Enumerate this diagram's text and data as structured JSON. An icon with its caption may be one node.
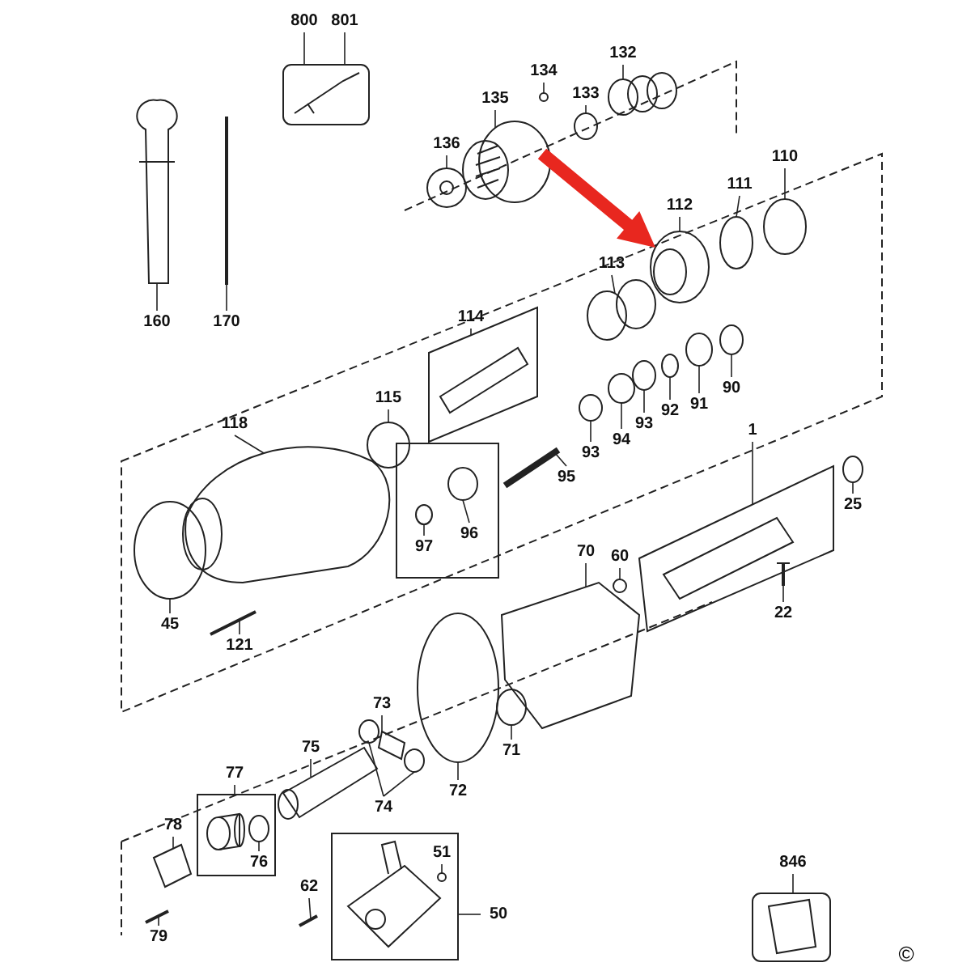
{
  "diagram": {
    "nodes": [
      {
        "text": [
          "800"
        ]
      },
      {
        "text": [
          "801"
        ]
      },
      {
        "text": [
          "132"
        ]
      },
      {
        "text": [
          "134"
        ]
      },
      {
        "text": [
          "133"
        ]
      },
      {
        "text": [
          "135"
        ]
      },
      {
        "text": [
          "136"
        ]
      },
      {
        "text": [
          "160"
        ]
      },
      {
        "text": [
          "170"
        ]
      },
      {
        "text": [
          "110"
        ]
      },
      {
        "text": [
          "111"
        ]
      },
      {
        "text": [
          "112"
        ]
      },
      {
        "text": [
          "113"
        ]
      },
      {
        "text": [
          "114"
        ]
      },
      {
        "text": [
          "115"
        ]
      },
      {
        "text": [
          "90"
        ]
      },
      {
        "text": [
          "91"
        ]
      },
      {
        "text": [
          "92"
        ]
      },
      {
        "text": [
          "93"
        ]
      },
      {
        "text": [
          "94"
        ]
      },
      {
        "text": [
          "93"
        ]
      },
      {
        "text": [
          "95"
        ]
      },
      {
        "text": [
          "1"
        ]
      },
      {
        "text": [
          "118"
        ]
      },
      {
        "text": [
          "25"
        ]
      },
      {
        "text": [
          "97"
        ],
        "in": 90
      },
      {
        "text": [
          "96"
        ],
        "in": 90
      },
      {
        "text": [
          "70"
        ]
      },
      {
        "text": [
          "60"
        ]
      },
      {
        "text": [
          "22"
        ]
      },
      {
        "text": [
          "45"
        ]
      },
      {
        "text": [
          "121"
        ]
      },
      {
        "text": [
          "73"
        ]
      },
      {
        "text": [
          "75"
        ]
      },
      {
        "text": [
          "71"
        ]
      },
      {
        "text": [
          "72"
        ]
      },
      {
        "text": [
          "74"
        ]
      },
      {
        "text": [
          "77"
        ]
      },
      {
        "text": [
          "78"
        ]
      },
      {
        "text": [
          "76"
        ],
        "in": 82
      },
      {
        "text": [
          "51"
        ],
        "in": 87
      },
      {
        "text": [
          "62"
        ]
      },
      {
        "text": [
          "50"
        ]
      },
      {
        "text": [
          "79"
        ]
      },
      {
        "text": [
          "846"
        ]
      },
      {
        "text": [],
        "shape": "box"
      },
      {
        "text": [],
        "shape": "picture"
      },
      {
        "text": [],
        "shape": "circle"
      },
      {
        "text": [],
        "shape": "circle"
      },
      {
        "text": [],
        "shape": "circle"
      },
      {
        "text": [],
        "shape": "picture"
      },
      {
        "text": [],
        "shape": "picture"
      },
      {
        "text": [],
        "shape": "picture"
      },
      {
        "text": [],
        "shape": "circle"
      },
      {
        "text": [],
        "shape": "circle"
      },
      {
        "text": [],
        "shape": "picture"
      },
      {
        "text": [],
        "shape": "picture"
      },
      {
        "text": [],
        "shape": "picture"
      },
      {
        "text": [],
        "shape": "circle"
      },
      {
        "text": [],
        "shape": "circle"
      },
      {
        "text": [],
        "shape": "circle"
      },
      {
        "text": [],
        "shape": "circle"
      },
      {
        "text": [],
        "shape": "circle"
      },
      {
        "text": [],
        "shape": "circle"
      },
      {
        "text": [],
        "shape": "circle"
      },
      {
        "text": [],
        "shape": "picture"
      },
      {
        "text": [],
        "shape": "picture"
      },
      {
        "text": [],
        "shape": "picture"
      },
      {
        "text": [],
        "shape": "circle"
      },
      {
        "text": [],
        "shape": "circle",
        "in": 90
      },
      {
        "text": [],
        "shape": "circle",
        "in": 90
      },
      {
        "text": [],
        "shape": "picture"
      },
      {
        "text": [],
        "shape": "circle"
      },
      {
        "text": [],
        "shape": "picture"
      },
      {
        "text": [],
        "shape": "circle"
      },
      {
        "text": [],
        "shape": "picture"
      },
      {
        "text": [],
        "shape": "picture"
      },
      {
        "text": [],
        "shape": "circle"
      },
      {
        "text": [],
        "shape": "circle"
      },
      {
        "text": [],
        "shape": "picture"
      },
      {
        "text": [],
        "shape": "circle"
      },
      {
        "text": [],
        "shape": "circle"
      },
      {
        "text": [],
        "shape": "box"
      },
      {
        "text": [],
        "shape": "picture"
      },
      {
        "text": [],
        "shape": "circle",
        "in": 82
      },
      {
        "text": [],
        "shape": "circle",
        "in": 87
      },
      {
        "text": [],
        "shape": "picture"
      },
      {
        "text": [],
        "shape": "box"
      },
      {
        "text": [],
        "shape": "picture"
      },
      {
        "text": [],
        "shape": "box"
      },
      {
        "text": [],
        "shape": "box"
      },
      {
        "text": [],
        "shape": "circle",
        "in": 82
      },
      {
        "text": [],
        "shape": "picture",
        "in": 87
      }
    ],
    "edges": [
      {
        "from": 0,
        "to": 45,
        "arrow": "none"
      },
      {
        "from": 1,
        "to": 45,
        "arrow": "none"
      },
      {
        "from": 2,
        "to": 46,
        "arrow": "none"
      },
      {
        "from": 3,
        "to": 47,
        "arrow": "none"
      },
      {
        "from": 4,
        "to": 48,
        "arrow": "none"
      },
      {
        "from": 5,
        "to": 49,
        "arrow": "none"
      },
      {
        "from": 6,
        "to": 50,
        "arrow": "none"
      },
      {
        "from": 7,
        "to": 51,
        "arrow": "none"
      },
      {
        "from": 8,
        "to": 52,
        "arrow": "none"
      },
      {
        "from": 9,
        "to": 53,
        "arrow": "none"
      },
      {
        "from": 10,
        "to": 54,
        "arrow": "none"
      },
      {
        "from": 11,
        "to": 55,
        "arrow": "none"
      },
      {
        "from": 12,
        "to": 56,
        "arrow": "none"
      },
      {
        "from": 13,
        "to": 57,
        "arrow": "none"
      },
      {
        "from": 14,
        "to": 58,
        "arrow": "none"
      },
      {
        "from": 15,
        "to": 59,
        "arrow": "none"
      },
      {
        "from": 16,
        "to": 60,
        "arrow": "none"
      },
      {
        "from": 17,
        "to": 61,
        "arrow": "none"
      },
      {
        "from": 18,
        "to": 62,
        "arrow": "none"
      },
      {
        "from": 19,
        "to": 63,
        "arrow": "none"
      },
      {
        "from": 20,
        "to": 64,
        "arrow": "none"
      },
      {
        "from": 21,
        "to": 65,
        "arrow": "none"
      },
      {
        "from": 22,
        "to": 66,
        "arrow": "none"
      },
      {
        "from": 23,
        "to": 67,
        "arrow": "none"
      },
      {
        "from": 24,
        "to": 68,
        "arrow": "none"
      },
      {
        "from": 25,
        "to": 69,
        "arrow": "none"
      },
      {
        "from": 26,
        "to": 70,
        "arrow": "none"
      },
      {
        "from": 27,
        "to": 71,
        "arrow": "none"
      },
      {
        "from": 28,
        "to": 72,
        "arrow": "none"
      },
      {
        "from": 29,
        "to": 73,
        "arrow": "none"
      },
      {
        "from": 30,
        "to": 74,
        "arrow": "none"
      },
      {
        "from": 31,
        "to": 75,
        "arrow": "none"
      },
      {
        "from": 32,
        "to": 76,
        "arrow": "none"
      },
      {
        "from": 33,
        "to": 79,
        "arrow": "none"
      },
      {
        "from": 34,
        "to": 80,
        "arrow": "none"
      },
      {
        "from": 35,
        "to": 81,
        "arrow": "none"
      },
      {
        "from": 36,
        "to": 77,
        "arrow": "none"
      },
      {
        "from": 36,
        "to": 78,
        "arrow": "none"
      },
      {
        "from": 37,
        "to": 82,
        "arrow": "none"
      },
      {
        "from": 38,
        "to": 83,
        "arrow": "none"
      },
      {
        "from": 39,
        "to": 91,
        "arrow": "none"
      },
      {
        "from": 40,
        "to": 85,
        "arrow": "none"
      },
      {
        "from": 41,
        "to": 86,
        "arrow": "none"
      },
      {
        "from": 42,
        "to": 87,
        "arrow": "none"
      },
      {
        "from": 43,
        "to": 88,
        "arrow": "none"
      },
      {
        "from": 44,
        "to": 89,
        "arrow": "none"
      },
      {
        "from": null,
        "to": 55,
        "arrow": "to",
        "style": "thick",
        "color": "#e8271f"
      }
    ],
    "labels": [
      "©"
    ]
  }
}
